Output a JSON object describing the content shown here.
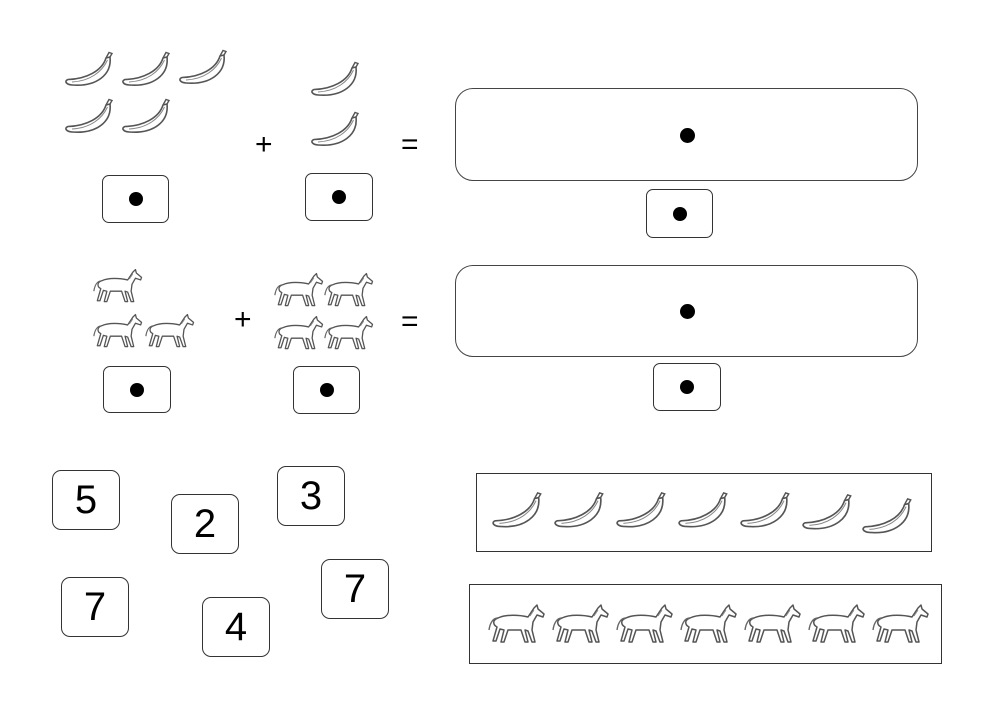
{
  "operators": {
    "plus": "+",
    "equals": "="
  },
  "tiles": [
    "5",
    "2",
    "3",
    "7",
    "4",
    "7"
  ],
  "problems": [
    {
      "group_a": {
        "icon": "banana-icon",
        "count": 5
      },
      "group_b": {
        "icon": "banana-icon",
        "count": 2
      }
    },
    {
      "group_a": {
        "icon": "horse-icon",
        "count": 3
      },
      "group_b": {
        "icon": "horse-icon",
        "count": 4
      }
    }
  ],
  "strips": [
    {
      "icon": "banana-icon",
      "count": 7
    },
    {
      "icon": "horse-icon",
      "count": 7
    }
  ],
  "colors": {
    "line": "#333333",
    "dot": "#000000",
    "background": "#ffffff"
  }
}
